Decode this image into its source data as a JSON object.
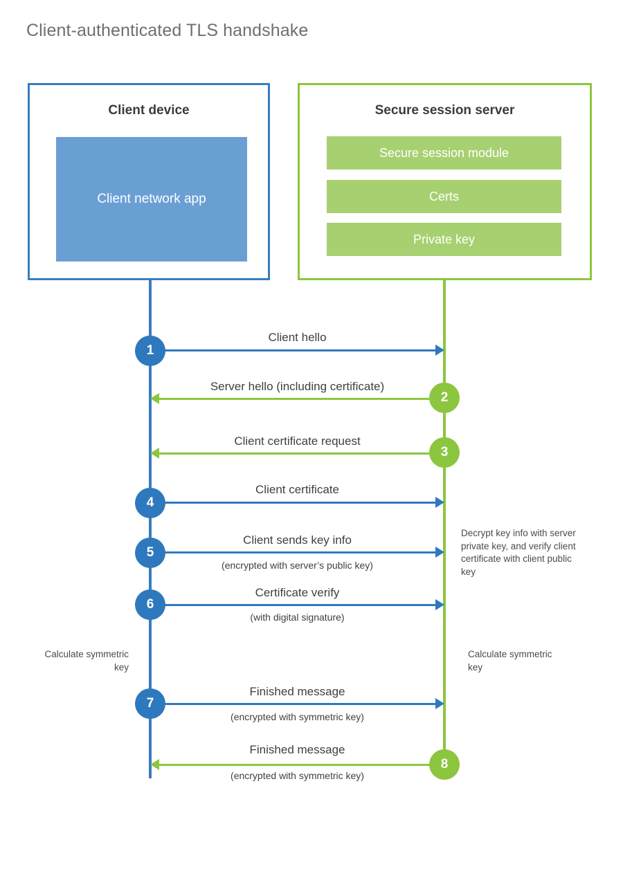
{
  "title": "Client-authenticated TLS handshake",
  "colors": {
    "blue_border": "#3a7cc0",
    "blue_fill": "#6a9fd4",
    "blue_accent": "#2e79bd",
    "green_border": "#8cc63f",
    "green_fill": "#a7d070",
    "title_gray": "#6f6f6f",
    "text_gray": "#3f3f3f"
  },
  "actors": {
    "client": {
      "title": "Client device",
      "app_label": "Client network app"
    },
    "server": {
      "title": "Secure session server",
      "components": [
        {
          "label": "Secure session module"
        },
        {
          "label": "Certs"
        },
        {
          "label": "Private key"
        }
      ]
    }
  },
  "messages": [
    {
      "number": "1",
      "label": "Client hello",
      "sublabel": "",
      "direction": "client-to-server",
      "color": "blue"
    },
    {
      "number": "2",
      "label": "Server hello (including certificate)",
      "sublabel": "",
      "direction": "server-to-client",
      "color": "green"
    },
    {
      "number": "3",
      "label": "Client certificate request",
      "sublabel": "",
      "direction": "server-to-client",
      "color": "green"
    },
    {
      "number": "4",
      "label": "Client certificate",
      "sublabel": "",
      "direction": "client-to-server",
      "color": "blue"
    },
    {
      "number": "5",
      "label": "Client sends key info",
      "sublabel": "(encrypted with server’s public key)",
      "direction": "client-to-server",
      "color": "blue"
    },
    {
      "number": "6",
      "label": "Certificate verify",
      "sublabel": "(with digital signature)",
      "direction": "client-to-server",
      "color": "blue"
    },
    {
      "number": "7",
      "label": "Finished message",
      "sublabel": "(encrypted with symmetric key)",
      "direction": "client-to-server",
      "color": "blue"
    },
    {
      "number": "8",
      "label": "Finished message",
      "sublabel": "(encrypted with symmetric key)",
      "direction": "server-to-client",
      "color": "green"
    }
  ],
  "notes": {
    "server_decrypt": "Decrypt key info with server private key, and verify client certificate with client public key",
    "client_calculate": "Calculate symmetric key",
    "server_calculate": "Calculate symmetric key"
  }
}
